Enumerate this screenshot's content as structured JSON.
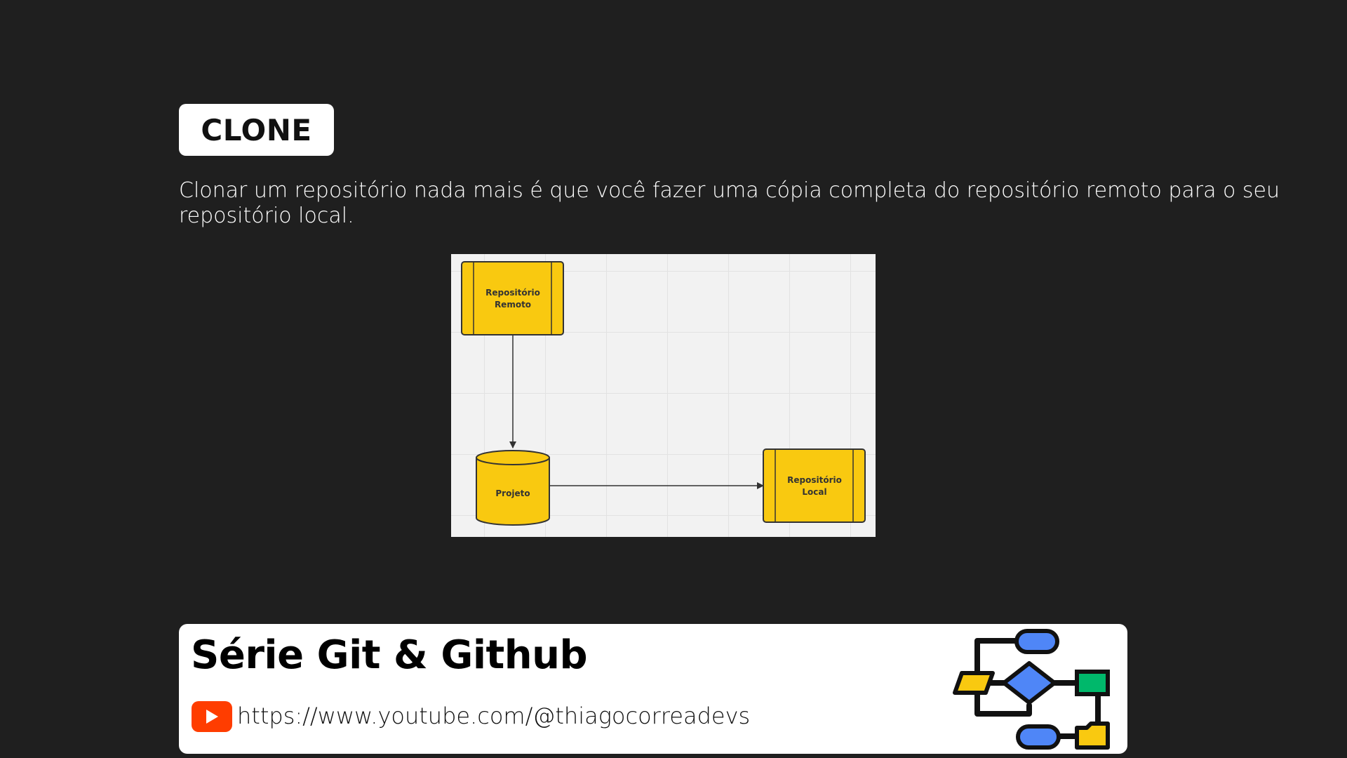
{
  "section": {
    "title": "CLONE",
    "description": "Clonar um repositório nada mais é que você fazer uma cópia completa do repositório remoto para o seu repositório local."
  },
  "diagram": {
    "nodes": [
      {
        "id": "remote",
        "shape": "process",
        "label_line1": "Repositório",
        "label_line2": "Remoto",
        "color": "#f9c910"
      },
      {
        "id": "project",
        "shape": "cylinder",
        "label": "Projeto",
        "color": "#f9c910"
      },
      {
        "id": "local",
        "shape": "process",
        "label_line1": "Repositório",
        "label_line2": "Local",
        "color": "#f9c910"
      }
    ],
    "edges": [
      {
        "from": "remote",
        "to": "project"
      },
      {
        "from": "project",
        "to": "local"
      }
    ]
  },
  "footer": {
    "title": "Série Git & Github",
    "link": "https://www.youtube.com/@thiagocorreadevs",
    "link_icon": "youtube-icon",
    "logo_icon": "flowchart-icon",
    "colors": {
      "youtube": "#ff3d00",
      "blue": "#4f86f7",
      "yellow": "#f9c910",
      "green": "#00b86b"
    }
  }
}
